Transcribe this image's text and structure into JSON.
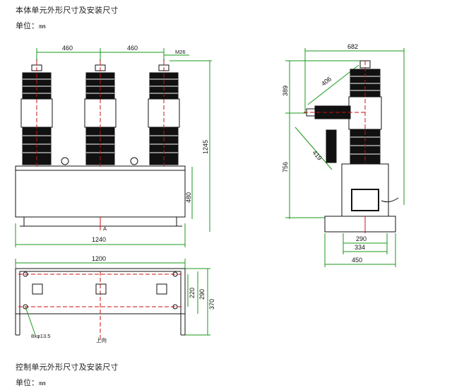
{
  "sections": {
    "body_title": "本体单元外形尺寸及安装尺寸",
    "control_title": "控制单元外形尺寸及安装尺寸",
    "unit_label": "单位：",
    "unit_value": "mm"
  },
  "front_view": {
    "dims": {
      "top_left": "460",
      "top_right": "460",
      "top_small": "M26",
      "total_height": "1245",
      "base_height": "480",
      "width": "1240",
      "arrow": "A"
    }
  },
  "side_view": {
    "dims": {
      "width": "682",
      "upper_height": "389",
      "lower_height": "756",
      "diag_upper": "406",
      "diag_lower": "419",
      "w290": "290",
      "w334": "334",
      "w450": "450"
    }
  },
  "plan_view": {
    "dims": {
      "width": "1200",
      "h220": "220",
      "h290": "290",
      "h370": "370",
      "holes": "8xφ13.5",
      "direction": "上向"
    }
  },
  "colors": {
    "line": "#111111",
    "dim_green": "#1a9a1a",
    "centerline_red": "#cc1111",
    "insulator": "#111111"
  }
}
